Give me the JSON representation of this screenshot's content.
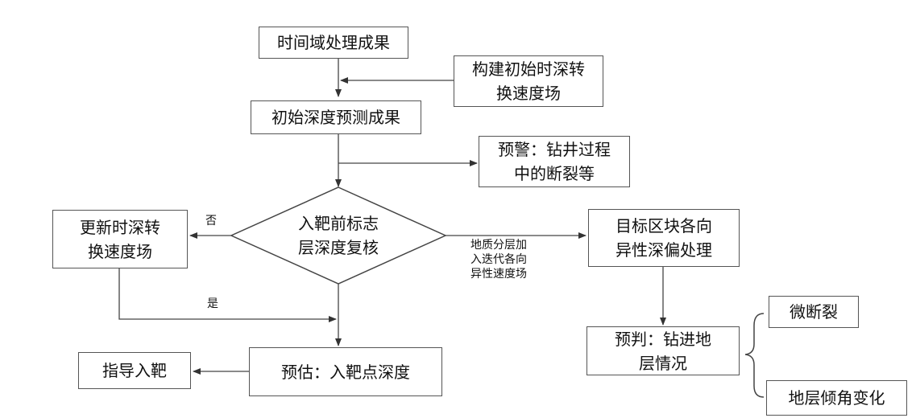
{
  "nodes": {
    "time_domain": "时间域处理成果",
    "velocity_field": "构建初始时深转\n换速度场",
    "initial_depth": "初始深度预测成果",
    "warning": "预警：钻井过程\n中的断裂等",
    "decision": "入靶前标志\n层深度复核",
    "update_velocity": "更新时深转\n换速度场",
    "anisotropy": "目标区块各向\n异性深偏处理",
    "estimate": "预估：入靶点深度",
    "guide": "指导入靶",
    "predict": "预判：钻进地\n层情况",
    "micro_fault": "微断裂",
    "dip_change": "地层倾角变化"
  },
  "labels": {
    "no": "否",
    "yes": "是",
    "layering": "地质分层加\n入迭代各向\n异性速度场"
  }
}
